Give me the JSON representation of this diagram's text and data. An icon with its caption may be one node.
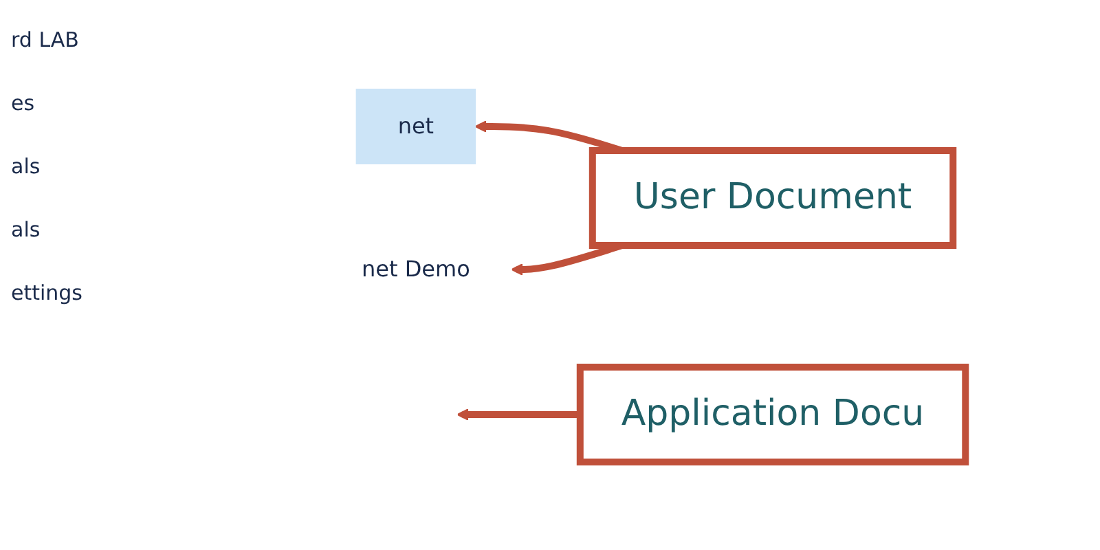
{
  "diagram": {
    "nodes": [
      {
        "text": [
          "net"
        ]
      },
      {
        "text": [
          "net Demo"
        ]
      },
      {
        "text": [
          "User Document"
        ]
      },
      {
        "text": [
          "Application Docu"
        ]
      }
    ],
    "edges": [
      {
        "from": 2,
        "to": 0,
        "arrow": "to"
      },
      {
        "from": 2,
        "to": 1,
        "arrow": "to"
      },
      {
        "from": 3,
        "to": null,
        "arrow": "to"
      }
    ],
    "labels": [
      "rd LAB",
      "es",
      "als",
      "als",
      "ettings"
    ]
  }
}
